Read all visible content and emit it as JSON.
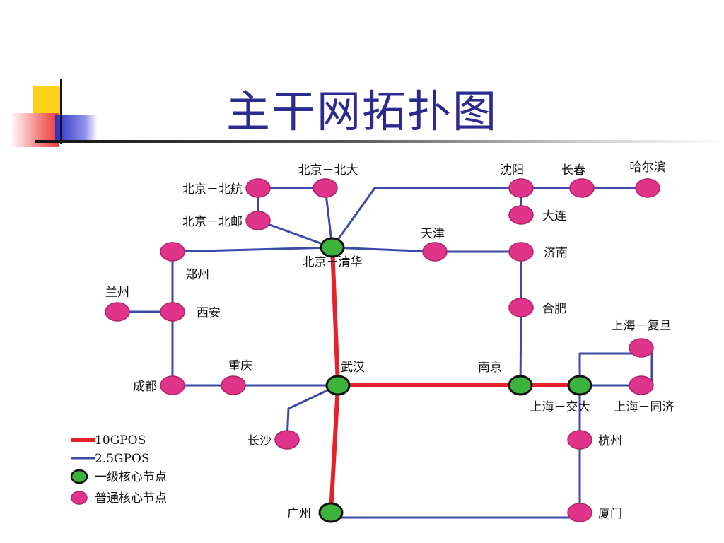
{
  "title": "主干网拓扑图",
  "colors": {
    "title": "#2b2b8f",
    "link_10g": "#e8202a",
    "link_2_5g": "#3a4aa6",
    "core_node": "#3cb43c",
    "normal_node": "#e0338a"
  },
  "legend": {
    "link_10g": "10GPOS",
    "link_2_5g": "2.5GPOS",
    "core_node": "一级核心节点",
    "normal_node": "普通核心节点"
  },
  "nodes": [
    {
      "id": "bj_qh",
      "label": "北京－清华",
      "level": "core"
    },
    {
      "id": "wh",
      "label": "武汉",
      "level": "core"
    },
    {
      "id": "gz",
      "label": "广州",
      "level": "core"
    },
    {
      "id": "nj",
      "label": "南京",
      "level": "core"
    },
    {
      "id": "sh_jd",
      "label": "上海－交大",
      "level": "core"
    },
    {
      "id": "bj_bh",
      "label": "北京－北航",
      "level": "normal"
    },
    {
      "id": "bj_bd",
      "label": "北京－北大",
      "level": "normal"
    },
    {
      "id": "bj_by",
      "label": "北京－北邮",
      "level": "normal"
    },
    {
      "id": "sy",
      "label": "沈阳",
      "level": "normal"
    },
    {
      "id": "cc",
      "label": "长春",
      "level": "normal"
    },
    {
      "id": "heb",
      "label": "哈尔滨",
      "level": "normal"
    },
    {
      "id": "dl",
      "label": "大连",
      "level": "normal"
    },
    {
      "id": "tj",
      "label": "天津",
      "level": "normal"
    },
    {
      "id": "jn",
      "label": "济南",
      "level": "normal"
    },
    {
      "id": "hf",
      "label": "合肥",
      "level": "normal"
    },
    {
      "id": "zz",
      "label": "郑州",
      "level": "normal"
    },
    {
      "id": "lz",
      "label": "兰州",
      "level": "normal"
    },
    {
      "id": "xa",
      "label": "西安",
      "level": "normal"
    },
    {
      "id": "cd",
      "label": "成都",
      "level": "normal"
    },
    {
      "id": "cq",
      "label": "重庆",
      "level": "normal"
    },
    {
      "id": "cs",
      "label": "长沙",
      "level": "normal"
    },
    {
      "id": "sh_fd",
      "label": "上海－复旦",
      "level": "normal"
    },
    {
      "id": "sh_tj",
      "label": "上海－同济",
      "level": "normal"
    },
    {
      "id": "hz",
      "label": "杭州",
      "level": "normal"
    },
    {
      "id": "xm",
      "label": "厦门",
      "level": "normal"
    }
  ],
  "links": [
    {
      "from": "bj_qh",
      "to": "wh",
      "type": "10G"
    },
    {
      "from": "wh",
      "to": "gz",
      "type": "10G"
    },
    {
      "from": "wh",
      "to": "nj",
      "type": "10G"
    },
    {
      "from": "nj",
      "to": "sh_jd",
      "type": "10G"
    },
    {
      "from": "bj_bh",
      "to": "bj_bd",
      "type": "2.5G"
    },
    {
      "from": "bj_bh",
      "to": "bj_by",
      "type": "2.5G"
    },
    {
      "from": "bj_bd",
      "to": "bj_qh",
      "type": "2.5G"
    },
    {
      "from": "bj_by",
      "to": "bj_qh",
      "type": "2.5G"
    },
    {
      "from": "bj_qh",
      "to": "sy",
      "type": "2.5G"
    },
    {
      "from": "sy",
      "to": "cc",
      "type": "2.5G"
    },
    {
      "from": "cc",
      "to": "heb",
      "type": "2.5G"
    },
    {
      "from": "sy",
      "to": "dl",
      "type": "2.5G"
    },
    {
      "from": "bj_qh",
      "to": "tj",
      "type": "2.5G"
    },
    {
      "from": "tj",
      "to": "jn",
      "type": "2.5G"
    },
    {
      "from": "jn",
      "to": "hf",
      "type": "2.5G"
    },
    {
      "from": "hf",
      "to": "nj",
      "type": "2.5G"
    },
    {
      "from": "bj_qh",
      "to": "zz",
      "type": "2.5G"
    },
    {
      "from": "zz",
      "to": "xa",
      "type": "2.5G"
    },
    {
      "from": "lz",
      "to": "xa",
      "type": "2.5G"
    },
    {
      "from": "xa",
      "to": "cd",
      "type": "2.5G"
    },
    {
      "from": "cd",
      "to": "cq",
      "type": "2.5G"
    },
    {
      "from": "cq",
      "to": "wh",
      "type": "2.5G"
    },
    {
      "from": "wh",
      "to": "cs",
      "type": "2.5G"
    },
    {
      "from": "sh_jd",
      "to": "sh_fd",
      "type": "2.5G"
    },
    {
      "from": "sh_fd",
      "to": "sh_tj",
      "type": "2.5G"
    },
    {
      "from": "sh_jd",
      "to": "sh_tj",
      "type": "2.5G"
    },
    {
      "from": "sh_jd",
      "to": "hz",
      "type": "2.5G"
    },
    {
      "from": "hz",
      "to": "xm",
      "type": "2.5G"
    },
    {
      "from": "xm",
      "to": "gz",
      "type": "2.5G"
    }
  ]
}
